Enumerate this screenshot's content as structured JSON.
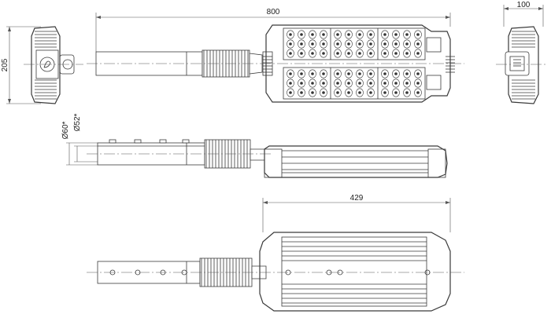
{
  "dimensions": {
    "length_total": "800",
    "height_left": "205",
    "width_right": "100",
    "dia_outer": "Ø60*",
    "dia_inner": "Ø52*",
    "head_length": "429"
  }
}
